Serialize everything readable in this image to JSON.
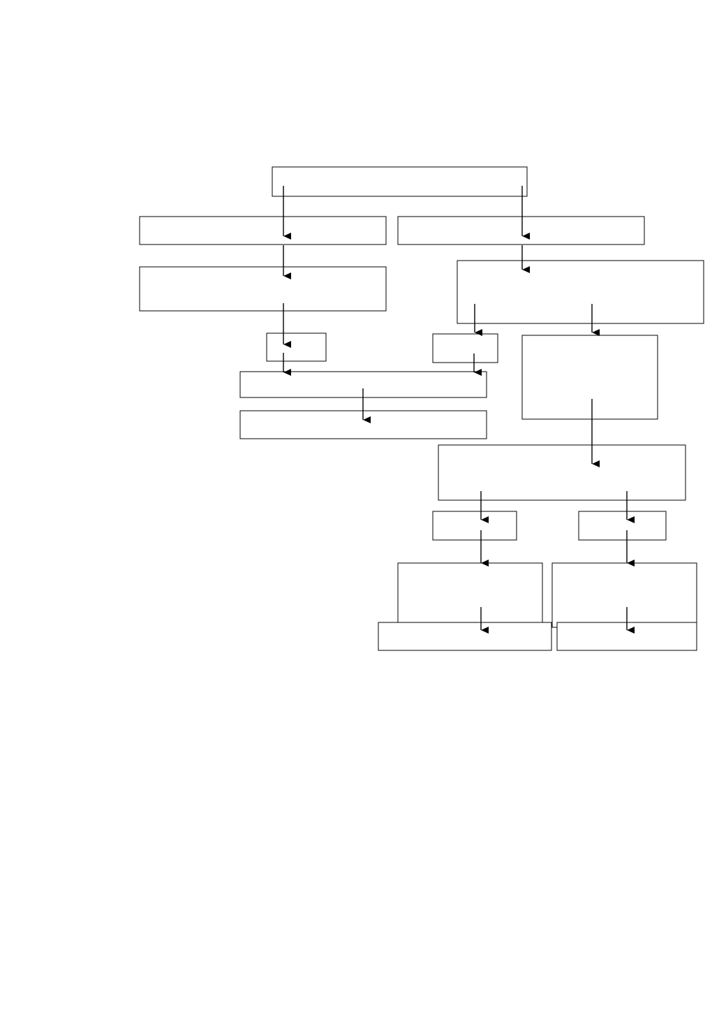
{
  "diagram": {
    "type": "flowchart",
    "colors": {
      "line": "#000000",
      "box_fill": "#ffffff",
      "background": "#ffffff"
    },
    "nodes": [
      {
        "id": "n1",
        "label": ""
      },
      {
        "id": "n2",
        "label": ""
      },
      {
        "id": "n3",
        "label": ""
      },
      {
        "id": "n4",
        "label": ""
      },
      {
        "id": "n5",
        "label": ""
      },
      {
        "id": "n6",
        "label": ""
      },
      {
        "id": "n7",
        "label": ""
      },
      {
        "id": "n8",
        "label": ""
      },
      {
        "id": "n9",
        "label": ""
      },
      {
        "id": "n10",
        "label": ""
      },
      {
        "id": "n11",
        "label": ""
      },
      {
        "id": "n12",
        "label": ""
      },
      {
        "id": "n13",
        "label": ""
      },
      {
        "id": "n14",
        "label": ""
      },
      {
        "id": "n15",
        "label": ""
      },
      {
        "id": "n16",
        "label": ""
      },
      {
        "id": "n17",
        "label": ""
      }
    ],
    "edges": [
      {
        "from": "n1",
        "to": "n2"
      },
      {
        "from": "n1",
        "to": "n3"
      },
      {
        "from": "n2",
        "to": "n4"
      },
      {
        "from": "n3",
        "to": "n5"
      },
      {
        "from": "n4",
        "to": "n6"
      },
      {
        "from": "n6",
        "to": "n8"
      },
      {
        "from": "n5",
        "to": "n7"
      },
      {
        "from": "n7",
        "to": "n8"
      },
      {
        "from": "n5",
        "to": "n10"
      },
      {
        "from": "n8",
        "to": "n9"
      },
      {
        "from": "n10",
        "to": "n11"
      },
      {
        "from": "n11",
        "to": "n12"
      },
      {
        "from": "n11",
        "to": "n13"
      },
      {
        "from": "n12",
        "to": "n14"
      },
      {
        "from": "n13",
        "to": "n15"
      },
      {
        "from": "n14",
        "to": "n16"
      },
      {
        "from": "n15",
        "to": "n17"
      }
    ]
  }
}
